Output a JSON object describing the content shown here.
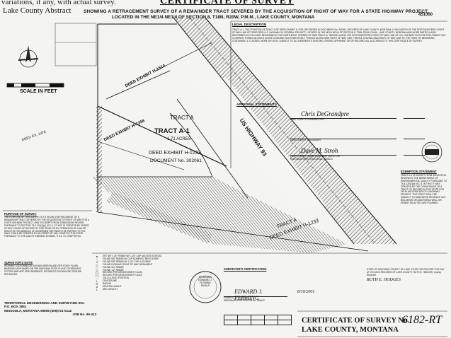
{
  "header": {
    "top_note": "variations, if any, with actual survey.",
    "county_top": "Lake County Abstract",
    "title": "CERTIFICATE OF SURVEY",
    "description_line1": "SHOWING A RETRACEMENT SURVEY OF A REMAINDER TRACT SEVERED BY THE ACQUISITION OF RIGHT OF WAY FOR A STATE HIGHWAY PROJECT,",
    "description_line2": "LOCATED IN THE NE1/4 NE1/4 OF SECTION 8, T18N, R20W, P.M.M., LAKE COUNTY, MONTANA",
    "document_number": "451000"
  },
  "map": {
    "scale_label": "SCALE IN FEET",
    "deed_exhibit_top": "DEED EXHIBIT H-1514",
    "deed_exhibit_left": "DEED EXHIBIT H-1356",
    "deed_exhibit_small": "DEED EX. 1478",
    "tract_a_top": "TRACT A",
    "tract_a1": "TRACT A-1",
    "acres": "1.71 ACRES",
    "deed_exhibit_center": "DEED EXHIBIT H-1233",
    "document_center": "DOCUMENT No. 302061",
    "highway": "US HIGHWAY 93",
    "tract_a_bottom": "TRACT A",
    "deed_exhibit_bottom": "DEED EXHIBIT H-1233"
  },
  "legal": {
    "heading": "LEGAL DESCRIPTION",
    "body": "TRACT A-1, THAT PORTION OF TRACT A OF DEED EXHIBIT H-1233, RECORDED IN DOCUMENT No. 302061, RECORDS OF LAKE COUNTY, MONTANA, LYING NORTH OF THE NORTHEASTERLY RIGHT OF WAY LINE OF PROPOSED U.S. HIGHWAY 93, FEDERAL PROJECT, LOCATED IN THE NE1/4 NE1/4 OF SECTION 8, T18N, R20W, P.M.M., LAKE COUNTY, MONTANA AND MORE PARTICULARLY DESCRIBED AS FOLLOWS: BEGINNING AT THE NORTHEAST CORNER OF SAID TRACT A; THENCE ALONG THE SOUTHWESTERLY RIGHT OF WAY LINE OF U.S. HIGHWAY 93 IN THE FOLLOWING TWO COURSES; THENCE ALONG A CURVE CONCAVE SOUTHWESTERLY, THENCE ALONG SAID RIGHT OF WAY LINE, THENCE LEAVING SAID RIGHT OF WAY LINE TO THE POINT OF BEGINNING, CONTAINING 1.71 ACRES, MORE OR LESS. SUBJECT TO ALL EASEMENTS EXISTING, SHOWN, APPARENT OR OF RECORD; ALL ACCORDING TO THIS CERTIFICATE OF SURVEY."
  },
  "approval": {
    "heading": "APPROVAL STATEMENTS",
    "sig1_name": "Chris DeGrandpre",
    "sig1_title": "LAKE COUNTY PLANNING DEPT.",
    "sig2_name": "",
    "sig2_title": "LAKE COUNTY TREASURER",
    "sig3_name": "Dave M. Stroh",
    "sig3_title": "LAKE COUNTY CADASTRAL LAND SURVEYOR",
    "sig3_sub": "MONTANA REGISTRATION No. 10006LS"
  },
  "exemption": {
    "heading": "EXEMPTION STATEMENT",
    "body": "TRACT A-1 IS EXEMPT FROM SANITATION REVIEW BY THE DEPARTMENT OF ENVIRONMENTAL QUALITY PURSUANT TO 76-4-125(2)(c) M.C.A. IN THAT IT WAS CREATED BY THE CONVEYANCE OF A TRACT OF RECORD IN THIS STATE FOR OR IN ANTICIPATION OF A HIGHWAY PROJECT. THIS TRACT SHALL BE SUBJECT TO SANITATION REVIEW IF ANY BUILDINGS OR ADDITIONAL WELL OR SEWER FACILITIES ARE PLANNED."
  },
  "purpose": {
    "heading": "PURPOSE OF SURVEY",
    "body": "THE PURPOSE OF THIS SURVEY IS TO SHOW A RETRACEMENT OF A REMAINDER TRACT SEVERED BY THE ACQUISITION OF RIGHT OF WAY FOR A STATE HIGHWAY PROJECT, AND IS EXEMPT FROM SUBDIVISION REVIEW PURSUANT TO SECTION 76-3-201(1)(h) M.C.A. TO WIT: IS CREATED BY ORDER OF ANY COURT OF RECORD IN THIS STATE OR BY OPERATION OF LAW OR WHICH IN THE ABSENCE OF AGREEMENT BETWEEN THE PARTIES TO THE SALE COULD BE CREATED BY AN ORDER OF ANY COURT IN THIS STATE PURSUANT TO THE LAW OF EMINENT DOMAIN, TITLE 70, CHAPTER 30."
  },
  "survey_note": {
    "heading": "SURVEYOR'S NOTE",
    "body": "HIGHWAY STATIONING AS SHOWN HEREON ARE PER STATE PLANS. BEARINGS ARE BASED ON THE MONTANA STATE PLANE COORDINATE SYSTEM AND ARE GRID BEARINGS. DISTANCES SHOWN ARE GROUND DISTANCES."
  },
  "legend": [
    {
      "sym": "●",
      "text": "SET 5/8\" x 24\" REBAR W/ 1-1/4\" CAP (ACCESS STATUS)"
    },
    {
      "sym": "○",
      "text": "FOUND 5/8\" REBAR W/ CAP STAMPED \"RESS 8199S\""
    },
    {
      "sym": "⊙",
      "text": "FOUND 5/8\" REBAR W/ 1-1/4\" CAP ILLEGIBLE"
    },
    {
      "sym": "△",
      "text": "FOUND HIGHWAY RIGHT OF WAY MONUMENT"
    },
    {
      "sym": "□",
      "text": "FOUND 3/4\" REBAR"
    },
    {
      "sym": "◇",
      "text": "FOUND 1/2\" REBAR"
    },
    {
      "sym": "( )",
      "text": "RECORD PER DEED EXHIBIT H-1233"
    },
    {
      "sym": "[ ]",
      "text": "RECORD PER DEED EXHIBIT H-1514"
    },
    {
      "sym": "—",
      "text": "CALCULATED POSITION"
    },
    {
      "sym": "L",
      "text": "CENTERLINE"
    },
    {
      "sym": "R",
      "text": "RADIUS"
    },
    {
      "sym": "Δ",
      "text": "CENTRAL ANGLE"
    },
    {
      "sym": "L",
      "text": "ARC LENGTH"
    }
  ],
  "company": {
    "name": "TERRITORIAL ENGINEERING AND SURVEYING INC.",
    "address1": "P.O. BOX 3851",
    "address2": "MISSOULA, MONTANA 59806 (406)721-0142",
    "job": "JOB No. 99-413"
  },
  "surveyor": {
    "heading": "SURVEYOR'S CERTIFICATION",
    "name": "EDWARD J. FLEMING",
    "registration": "MONTANA REGISTRATION No. 9945LS",
    "date": "8/10/2001",
    "stamp_state": "MONTANA",
    "stamp_name": "EDWARD J. FLEMING",
    "stamp_no": "9945LS"
  },
  "recording": {
    "text": "STATE OF MONTANA, COUNTY OF LAKE. FILED FOR RECORD THIS DAY AT O'CLOCK RECORDS OF LAKE COUNTY. RUTH E. HODGES, County Recorder",
    "recorder": "RUTH E. HODGES"
  },
  "footer": {
    "cert_label": "CERTIFICATE OF SURVEY No.",
    "county": "LAKE COUNTY, MONTANA",
    "cert_number": "6182-RT"
  }
}
